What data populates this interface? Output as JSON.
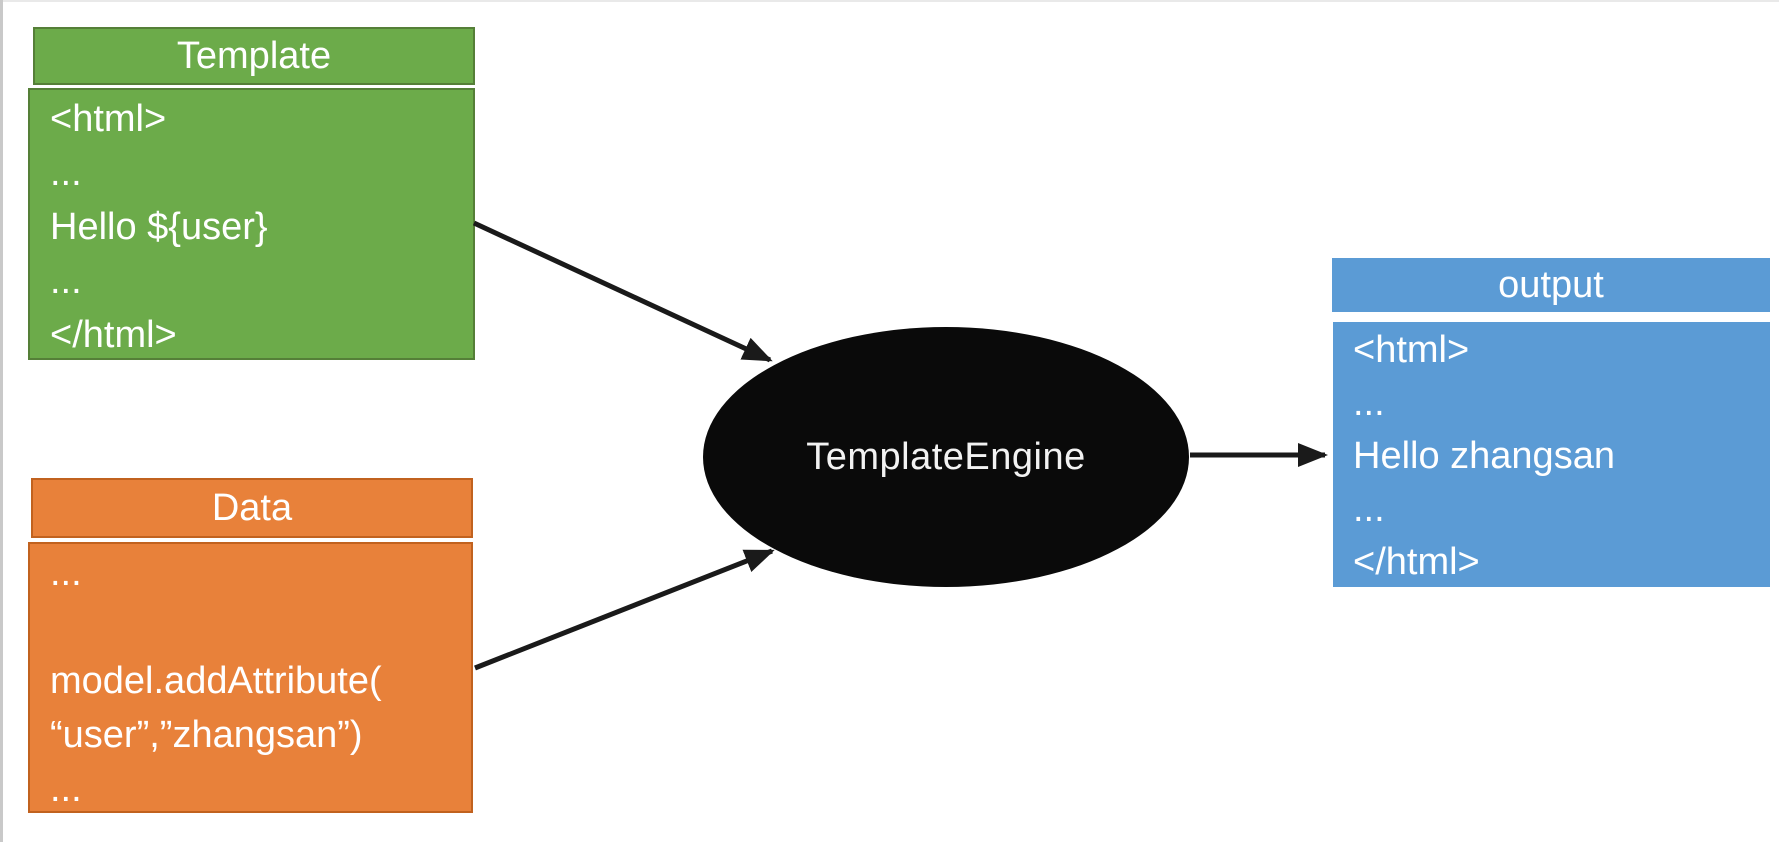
{
  "template_box": {
    "title": "Template",
    "lines": [
      "<html>",
      "...",
      "Hello ${user}",
      "...",
      "</html>"
    ],
    "fill": "#6CAB4A",
    "border": "#557F38",
    "text_color": "#FFFFFF"
  },
  "data_box": {
    "title": "Data",
    "lines": [
      "...",
      "",
      "model.addAttribute(",
      "“user”,”zhangsan”)",
      "..."
    ],
    "fill": "#E8813A",
    "border": "#C1621F",
    "text_color": "#FFFFFF"
  },
  "engine": {
    "label": "TemplateEngine",
    "fill": "#0A0A0A",
    "text_color": "#F2F2F2"
  },
  "output_box": {
    "title": "output",
    "lines": [
      "<html>",
      "...",
      "Hello zhangsan",
      "...",
      "</html>"
    ],
    "fill": "#5B9BD5",
    "text_color": "#FFFFFF"
  },
  "arrows": {
    "color": "#1A1A1A"
  }
}
